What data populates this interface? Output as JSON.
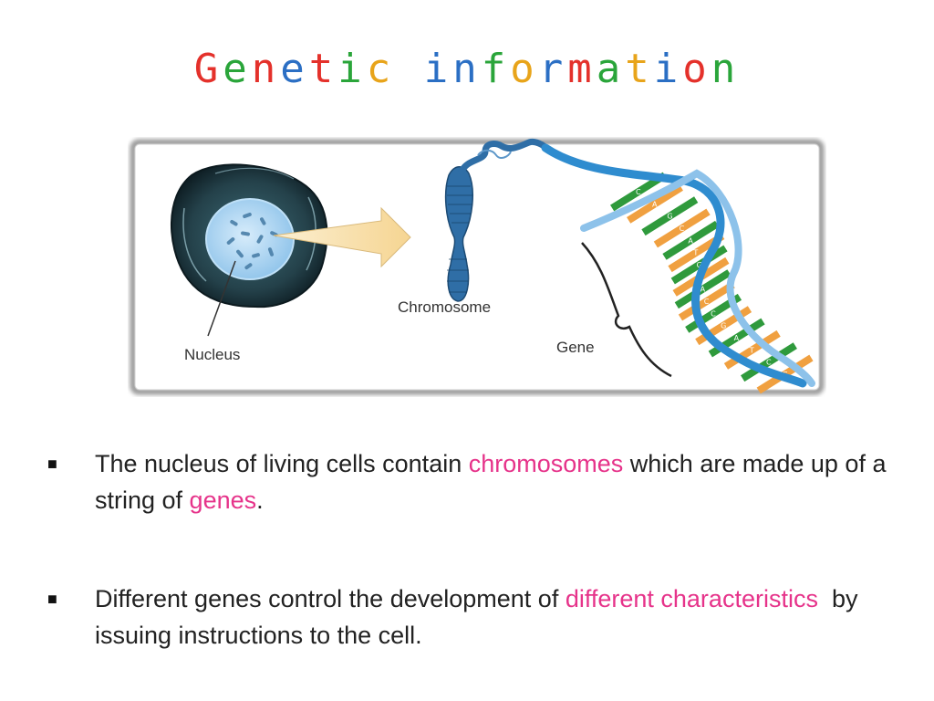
{
  "slide": {
    "title_letters": [
      {
        "ch": "G",
        "color": "#e4312b"
      },
      {
        "ch": "e",
        "color": "#2aa53a"
      },
      {
        "ch": "n",
        "color": "#e4312b"
      },
      {
        "ch": "e",
        "color": "#2b6fc4"
      },
      {
        "ch": "t",
        "color": "#e4312b"
      },
      {
        "ch": "i",
        "color": "#2aa53a"
      },
      {
        "ch": "c",
        "color": "#e8a41a"
      },
      {
        "ch": " ",
        "color": "#000000"
      },
      {
        "ch": "i",
        "color": "#2b6fc4"
      },
      {
        "ch": "n",
        "color": "#2b6fc4"
      },
      {
        "ch": "f",
        "color": "#2aa53a"
      },
      {
        "ch": "o",
        "color": "#e8a41a"
      },
      {
        "ch": "r",
        "color": "#2b6fc4"
      },
      {
        "ch": "m",
        "color": "#e4312b"
      },
      {
        "ch": "a",
        "color": "#2aa53a"
      },
      {
        "ch": "t",
        "color": "#e8a41a"
      },
      {
        "ch": "i",
        "color": "#2b6fc4"
      },
      {
        "ch": "o",
        "color": "#e4312b"
      },
      {
        "ch": "n",
        "color": "#2aa53a"
      }
    ],
    "diagram": {
      "label_nucleus": "Nucleus",
      "label_chromosome": "Chromosome",
      "label_gene": "Gene",
      "base_letters": [
        "C",
        "A",
        "G",
        "C",
        "A",
        "T",
        "G",
        "C",
        "A",
        "C",
        "C",
        "G",
        "A",
        "T",
        "C",
        "G"
      ]
    },
    "bullets": [
      {
        "marker": "■",
        "parts": [
          {
            "t": "The nucleus of living cells contain ",
            "hl": false
          },
          {
            "t": "chromosomes",
            "hl": true
          },
          {
            "t": " which are made up of a string of ",
            "hl": false
          },
          {
            "t": "genes",
            "hl": true
          },
          {
            "t": ".",
            "hl": false
          }
        ]
      },
      {
        "marker": "■",
        "parts": [
          {
            "t": "Different genes control the development of ",
            "hl": false
          },
          {
            "t": "different characteristics",
            "hl": true
          },
          {
            "t": "  by issuing instructions to the cell.",
            "hl": false
          }
        ]
      }
    ],
    "colors": {
      "highlight": "#e6338a",
      "dna_green": "#2f9a3c",
      "dna_orange": "#f0a040",
      "dna_blue": "#2f8ccf"
    }
  }
}
